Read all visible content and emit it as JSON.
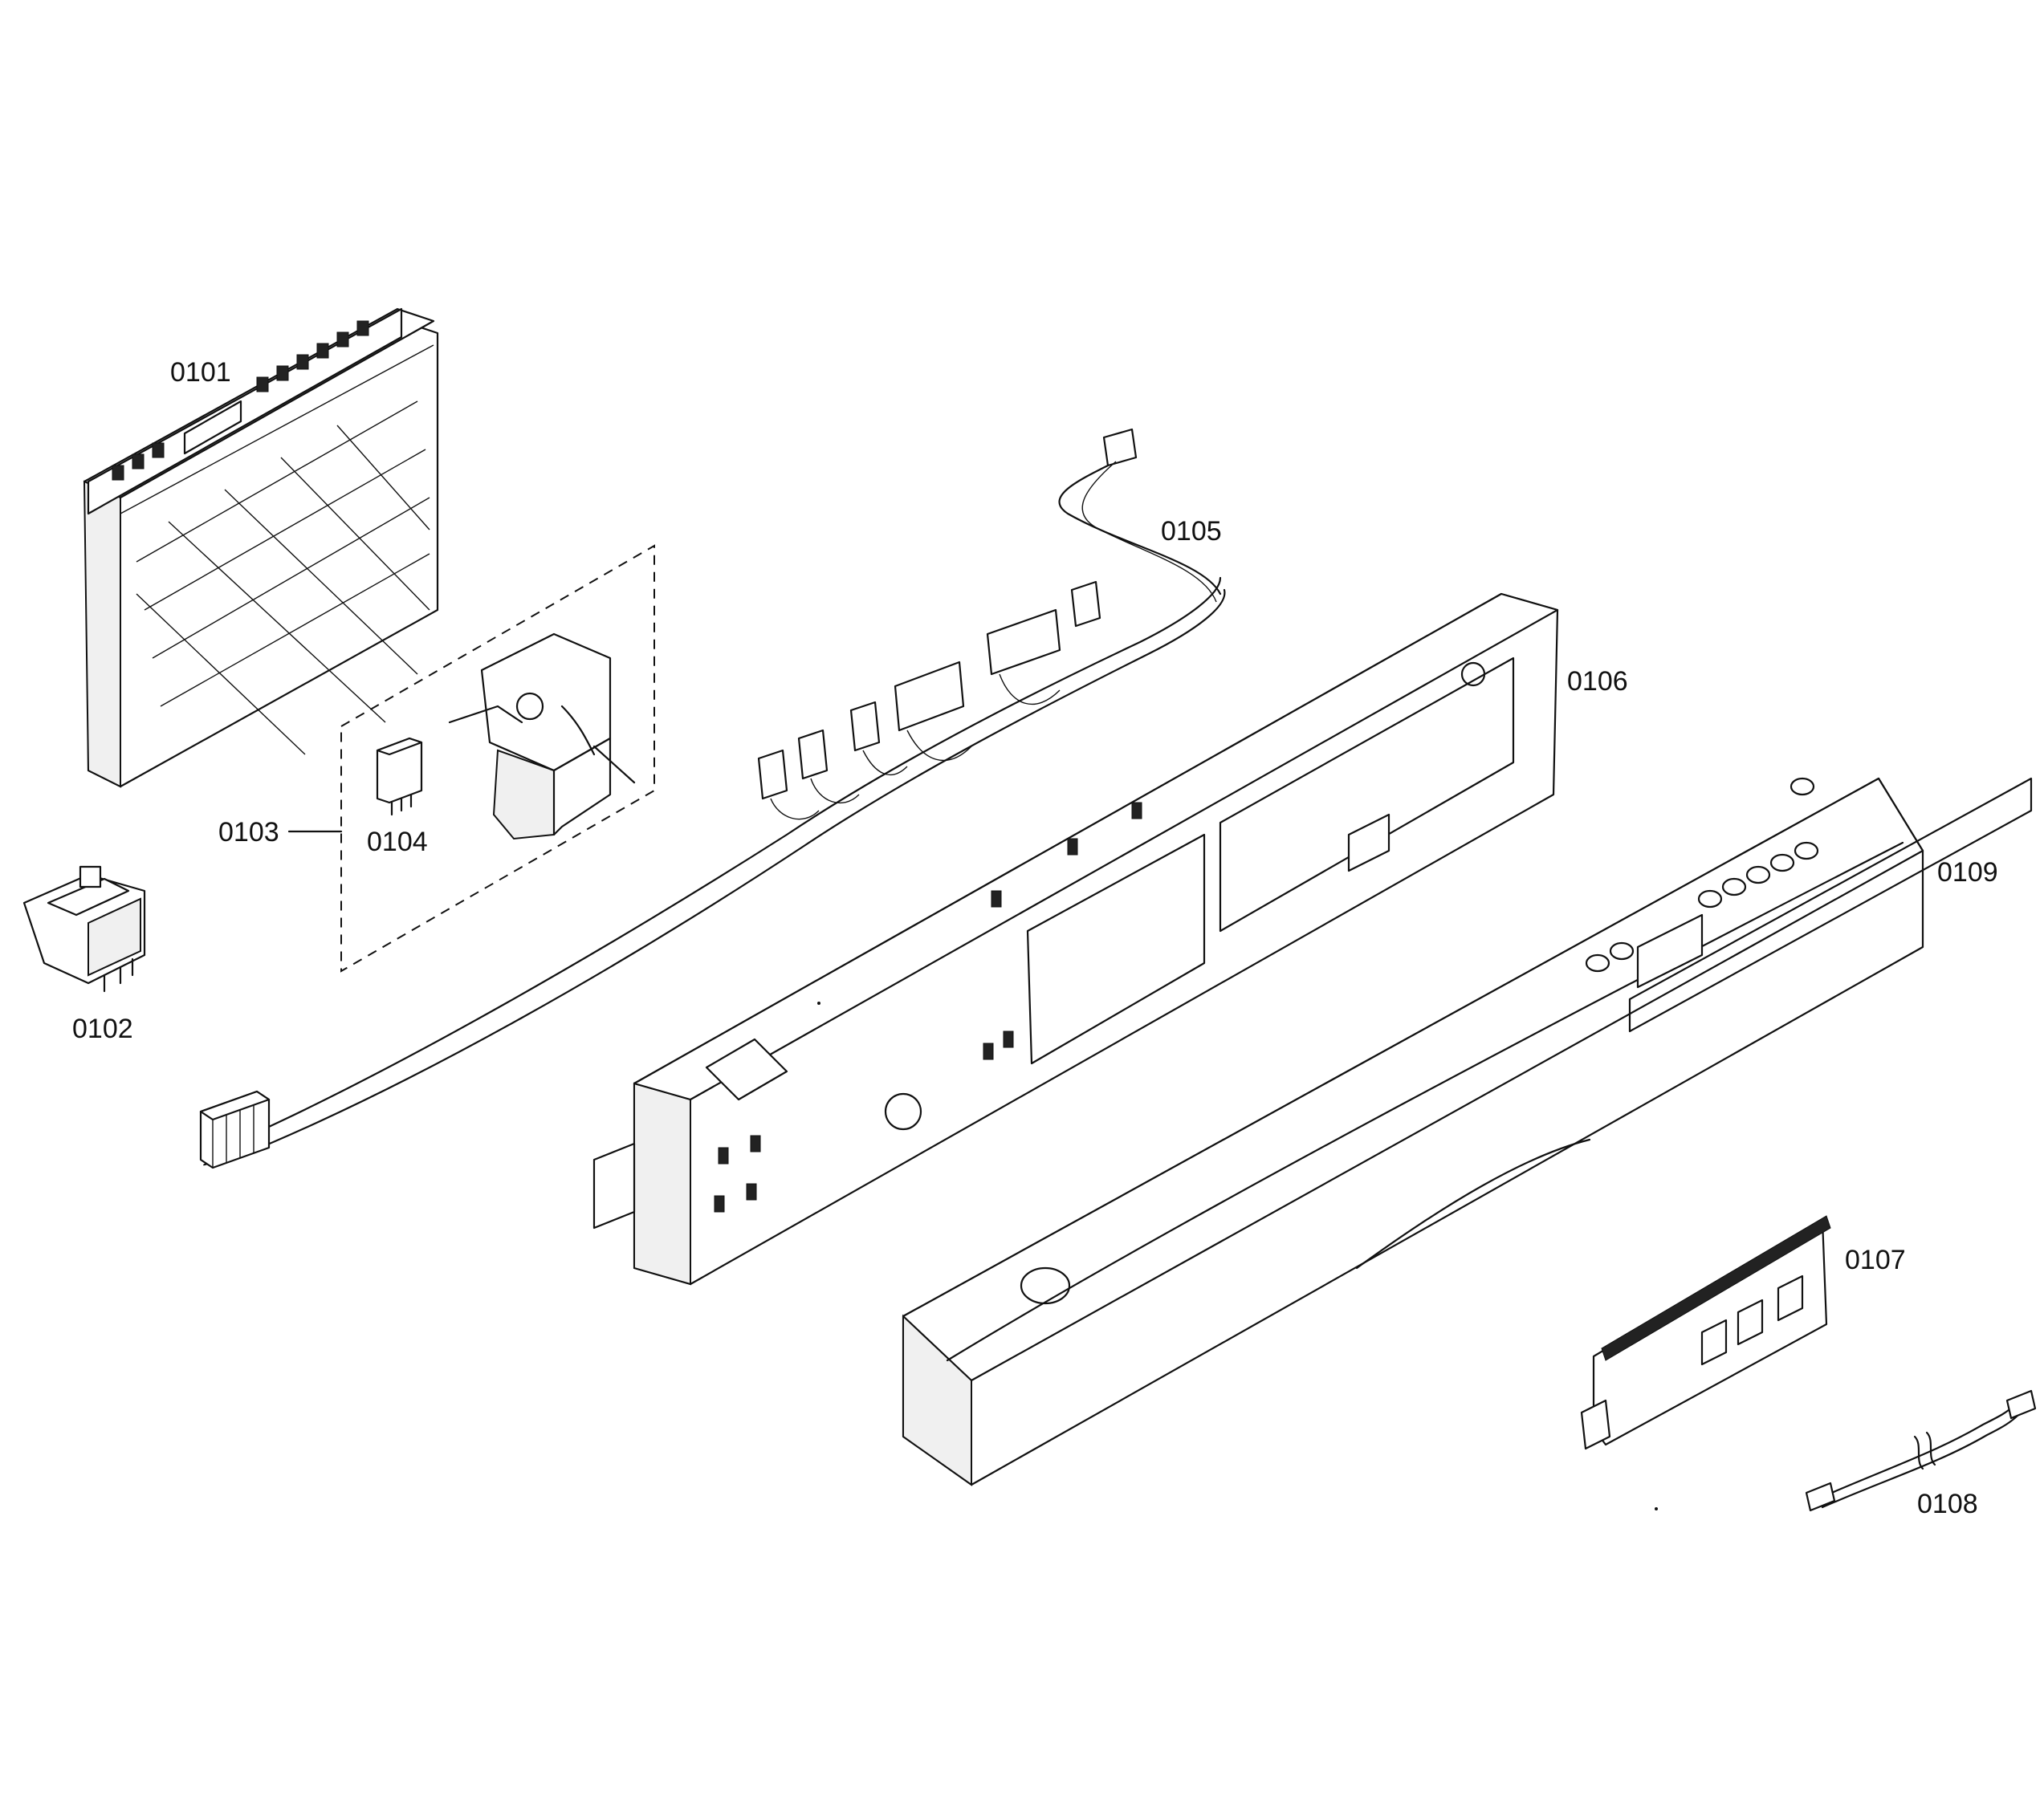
{
  "parts": [
    {
      "id": "p0101",
      "label": "0101"
    },
    {
      "id": "p0102",
      "label": "0102"
    },
    {
      "id": "p0103",
      "label": "0103"
    },
    {
      "id": "p0104",
      "label": "0104"
    },
    {
      "id": "p0105",
      "label": "0105"
    },
    {
      "id": "p0106",
      "label": "0106"
    },
    {
      "id": "p0107",
      "label": "0107"
    },
    {
      "id": "p0108",
      "label": "0108"
    },
    {
      "id": "p0109",
      "label": "0109"
    }
  ],
  "colors": {
    "line": "#111111",
    "background": "#ffffff"
  }
}
